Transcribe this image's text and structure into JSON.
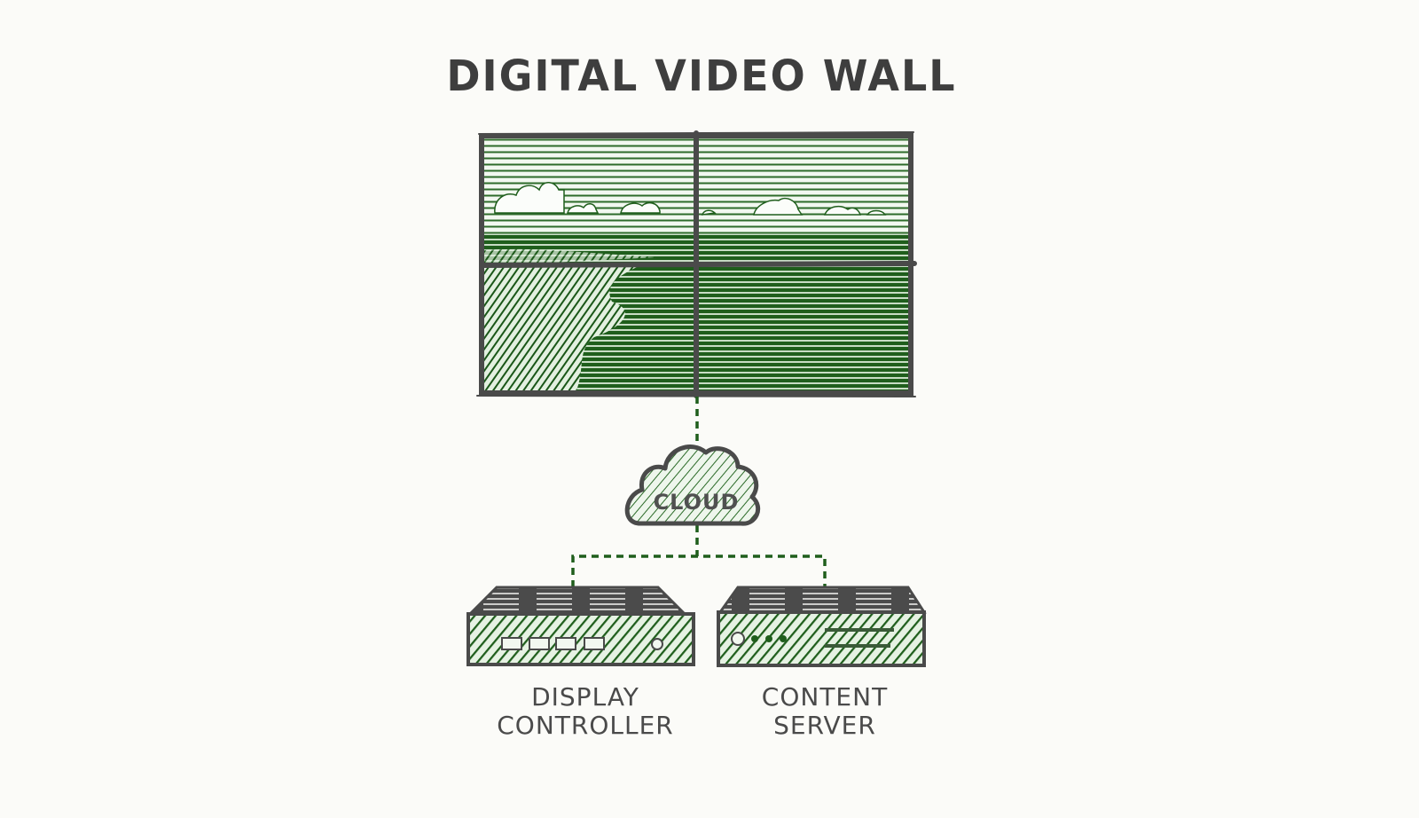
{
  "diagram": {
    "title": "DIGITAL VIDEO WALL",
    "colors": {
      "accent_green": "#1f5e1c",
      "ink_gray": "#4a4a4a",
      "background": "#fbfbf8",
      "light_fill": "#e6f2e3"
    },
    "nodes": [
      {
        "id": "video_wall",
        "label": "",
        "type": "2x2 display grid showing coastal landscape",
        "panels": 4
      },
      {
        "id": "cloud",
        "label": "CLOUD",
        "type": "cloud"
      },
      {
        "id": "display_controller",
        "label_line1": "DISPLAY",
        "label_line2": "CONTROLLER",
        "type": "hardware box",
        "ports": 4
      },
      {
        "id": "content_server",
        "label_line1": "CONTENT",
        "label_line2": "SERVER",
        "type": "hardware box",
        "indicators": 4
      }
    ],
    "edges": [
      {
        "from": "video_wall",
        "to": "cloud",
        "style": "dashed"
      },
      {
        "from": "cloud",
        "to": "display_controller",
        "style": "dashed"
      },
      {
        "from": "cloud",
        "to": "content_server",
        "style": "dashed"
      }
    ]
  }
}
